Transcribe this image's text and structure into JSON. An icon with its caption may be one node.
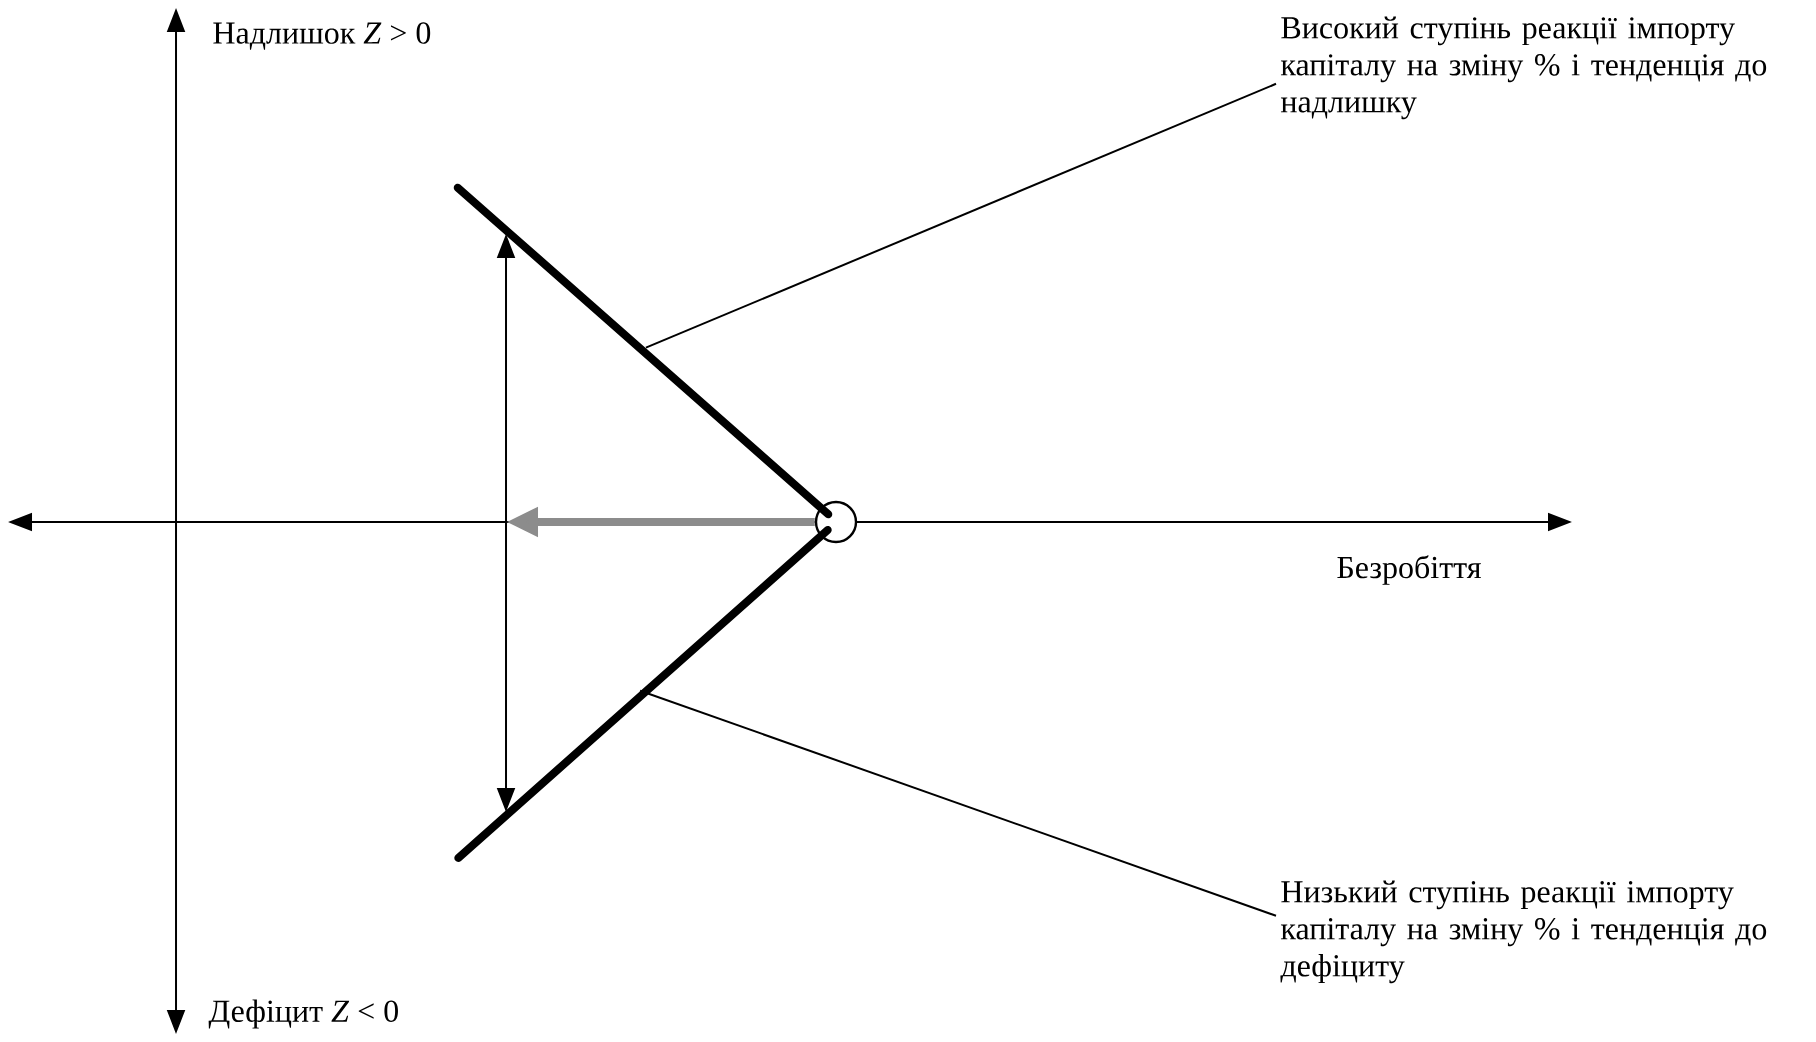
{
  "diagram": {
    "nodes": [
      {
        "text": [
          "Високий ступінь реакції імпорту капіталу на зміну % і тенденція до надлишку"
        ]
      },
      {
        "text": [
          "Низький ступінь реакції імпорту капіталу на зміну % і тенденція до дефіциту"
        ]
      },
      {
        "text": [],
        "shape": "circle"
      },
      {
        "text": [],
        "shape": "line"
      },
      {
        "text": [],
        "shape": "line"
      }
    ],
    "edges": [
      {
        "from": 0,
        "to": 3,
        "arrow": "none"
      },
      {
        "from": 1,
        "to": 4,
        "arrow": "none"
      },
      {
        "from": 3,
        "to": 4,
        "arrow": "both"
      },
      {
        "from": 2,
        "to": null,
        "arrow": "to",
        "style": "thick",
        "color": "#8c8c8c"
      }
    ],
    "labels": [
      "Надлишок *Z* > 0",
      "Дефіцит *Z* < 0",
      "Безробіття"
    ]
  }
}
